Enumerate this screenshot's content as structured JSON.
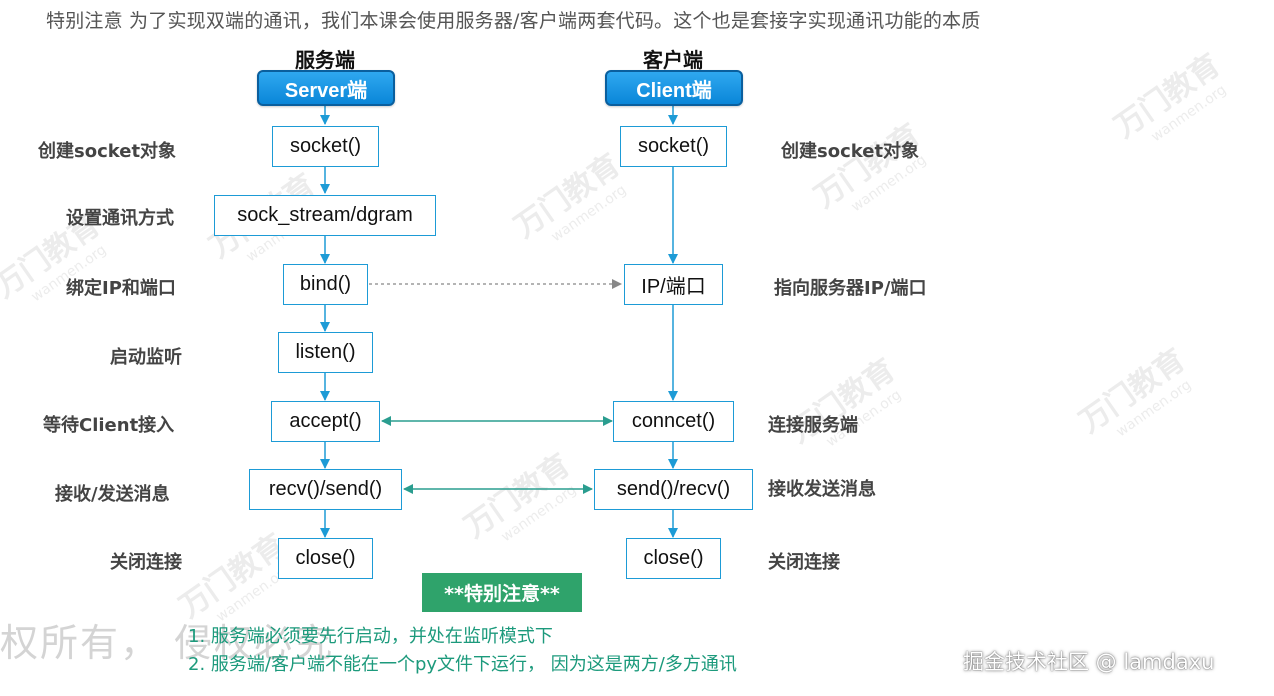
{
  "intro": "特别注意 为了实现双端的通讯，我们本课会使用服务器/客户端两套代码。这个也是套接字实现通讯功能的本质",
  "server": {
    "title": "服务端",
    "pill": "Server端",
    "steps": [
      "socket()",
      "sock_stream/dgram",
      "bind()",
      "listen()",
      "accept()",
      "recv()/send()",
      "close()"
    ],
    "labels": [
      "创建socket对象",
      "设置通讯方式",
      "绑定IP和端口",
      "启动监听",
      "等待Client接入",
      "接收/发送消息",
      "关闭连接"
    ]
  },
  "client": {
    "title": "客户端",
    "pill": "Client端",
    "steps": [
      "socket()",
      "IP/端口",
      "conncet()",
      "send()/recv()",
      "close()"
    ],
    "labels": [
      "创建socket对象",
      "指向服务器IP/端口",
      "连接服务端",
      "接收发送消息",
      "关闭连接"
    ]
  },
  "note": {
    "title": "**特别注意**",
    "line1": "1. 服务端必须要先行启动，并处在监听模式下",
    "line2": "2. 服务端/客户端不能在一个py文件下运行，  因为这是两方/多方通讯"
  },
  "watermark": {
    "copyright": "权所有， 侵权必究",
    "logo": "万门教育",
    "logo_url": "wanmen.org"
  },
  "footer": "掘金技术社区 @ lamdaxu",
  "colors": {
    "pill": "#0a86d8",
    "box_border": "#1d9bd6",
    "arrow": "#1d9bd6",
    "link": "#2a9d8f",
    "note_bg": "#2fa36b",
    "note_text": "#1c9a7c"
  }
}
